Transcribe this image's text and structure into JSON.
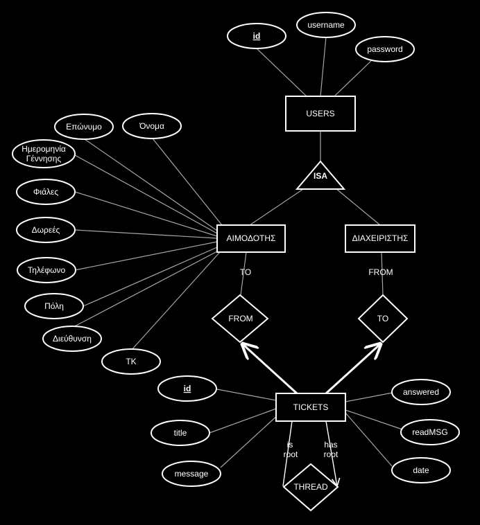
{
  "colors": {
    "background": "#000000",
    "stroke": "#ffffff",
    "line": "#a6a6a6"
  },
  "entities": {
    "users": "USERS",
    "aimodotis": "ΑΙΜΟΔΟΤΗΣ",
    "diaxeiristis": "ΔΙΑΧΕΙΡΙΣΤΗΣ",
    "tickets": "TICKETS"
  },
  "isa": "ISA",
  "relationships": {
    "from": "FROM",
    "to": "TO",
    "thread": "THREAD"
  },
  "users_attributes": {
    "id": "id",
    "username": "username",
    "password": "password"
  },
  "aimodotis_attributes": {
    "eponymo": "Επώνυμο",
    "onoma": "Όνομα",
    "birth_line1": "Ημερομηνία",
    "birth_line2": "Γέννησης",
    "fiales": "Φιάλες",
    "dorees": "Δωρεές",
    "tilefono": "Τηλέφωνο",
    "poli": "Πόλη",
    "diefthynsi": "Διεύθυνση",
    "tk": "ΤΚ"
  },
  "tickets_attributes": {
    "id": "id",
    "title": "title",
    "message": "message",
    "answered": "answered",
    "readmsg": "readMSG",
    "date": "date"
  },
  "role_labels": {
    "aimodotis_to": "TO",
    "diaxeiristis_from": "FROM",
    "is_root_1": "is",
    "is_root_2": "root",
    "has_root_1": "has",
    "has_root_2": "root"
  }
}
